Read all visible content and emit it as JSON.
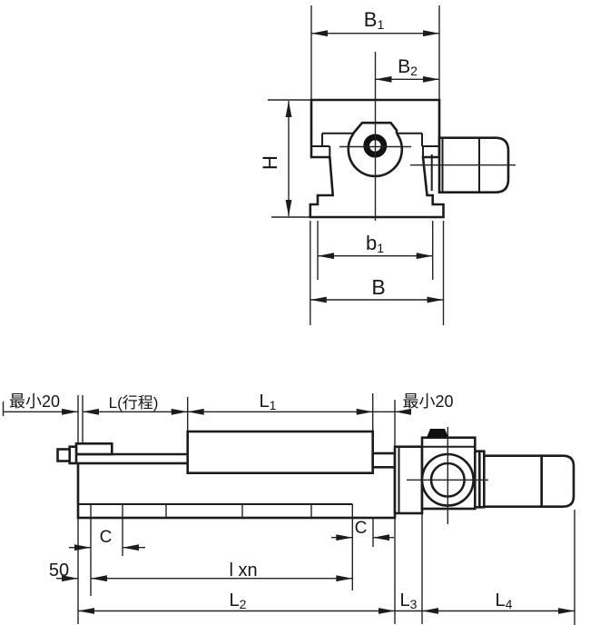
{
  "drawing": {
    "title_hint": "ball screw slide unit dimensional drawing",
    "colors": {
      "ink": "#1c1c1c",
      "paper": "#ffffff"
    },
    "top_view": {
      "dim_B1": {
        "base": "B",
        "sub": "1"
      },
      "dim_B2": {
        "base": "B",
        "sub": "2"
      },
      "dim_H": "H",
      "dim_b1": {
        "base": "b",
        "sub": "1"
      },
      "dim_B": "B"
    },
    "side_view": {
      "dim_min_left": "最小20",
      "dim_stroke": "L(行程)",
      "dim_L1": {
        "base": "L",
        "sub": "1"
      },
      "dim_min_right": "最小20",
      "dim_C_left": "C",
      "dim_C_right": "C",
      "dim_lxn": "l xn",
      "dim_50": "50",
      "dim_L2": {
        "base": "L",
        "sub": "2"
      },
      "dim_L3": {
        "base": "L",
        "sub": "3"
      },
      "dim_L4": {
        "base": "L",
        "sub": "4"
      }
    }
  }
}
